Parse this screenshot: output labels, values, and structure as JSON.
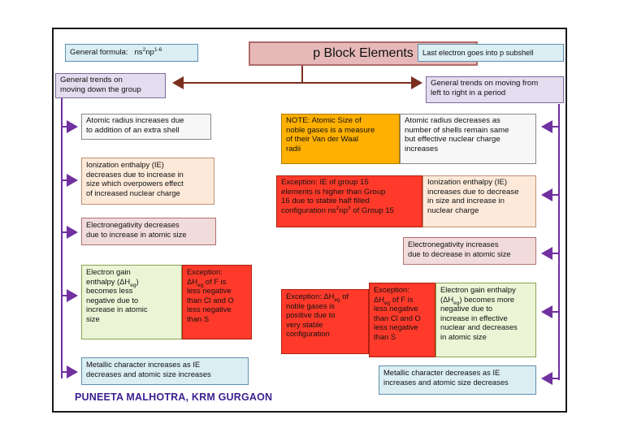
{
  "title": "p Block Elements",
  "general_formula": {
    "label": "General formula:",
    "base": "ns",
    "sup1": "2",
    "mid": "np",
    "sup2": "1-6"
  },
  "last_electron": "Last electron goes into p subshell",
  "left_header": "General trends on\nmoving down the group",
  "right_header": "General trends on moving from\nleft to right in a period",
  "left": {
    "atomic_radius": "Atomic radius increases due\nto addition of  an extra shell",
    "ionization": "Ionization enthalpy (IE)\ndecreases due to  increase in\nsize which overpowers effect\nof increased  nuclear charge",
    "electronegativity": "Electronegativity decreases\ndue to increase in atomic size",
    "eg_a": "Electron gain\nenthalpy (ΔH",
    "eg_sub": "eg",
    "eg_b": ")\nbecomes less\nnegative due to\nincrease in atomic\nsize",
    "exc_a": "Exception:\nΔH",
    "exc_sub": "eg",
    "exc_b": " of F is\nless negative\nthan Cl and O\nless negative\nthan S",
    "metallic": "Metallic character increases as IE\ndecreases  and atomic size increases"
  },
  "right": {
    "note": "NOTE: Atomic Size  of\nnoble gases is  a measure\nof their Van der Waal\nradii",
    "atomic_radius": "Atomic radius decreases  as\nnumber of shells remain same\nbut effective nuclear charge\nincreases",
    "exc15_a": "Exception: IE of group 15\nelements is higher than Group\n16 due to stable half filled\nconfiguration ns",
    "exc15_sup1": "2",
    "exc15_b": "np",
    "exc15_sup2": "3",
    "exc15_c": " of Group 15",
    "ionization": "Ionization enthalpy (IE)\nincreases due to decrease\nin size and increase in\nnuclear charge",
    "electronegativity": "Electronegativity increases\ndue to decrease in atomic size",
    "noble_a": "Exception: ΔH",
    "noble_sub": "eg",
    "noble_b": " of\nnoble gases is\npositive due to\nvery stable\nconfiguration",
    "excf_a": "Exception:\nΔH",
    "excf_sub": "eg",
    "excf_b": " of F is\nless negative\nthan Cl and O\nless negative\nthan S",
    "eg_a": "Electron gain enthalpy\n(ΔH",
    "eg_sub": "eg",
    "eg_b": ") becomes more\nnegative due to\nincrease in effective\nnuclear and decreases\nin atomic size",
    "metallic": "Metallic character decreases as IE\nincreases and atomic size decreases"
  },
  "footer": "PUNEETA MALHOTRA, KRM GURGAON",
  "colors": {
    "arrow_purple": "#7030a0",
    "arrow_brown": "#7a2e1e",
    "title_fill": "#e6b9b8",
    "red": "#ff3a2a",
    "orange": "#ffb000"
  }
}
